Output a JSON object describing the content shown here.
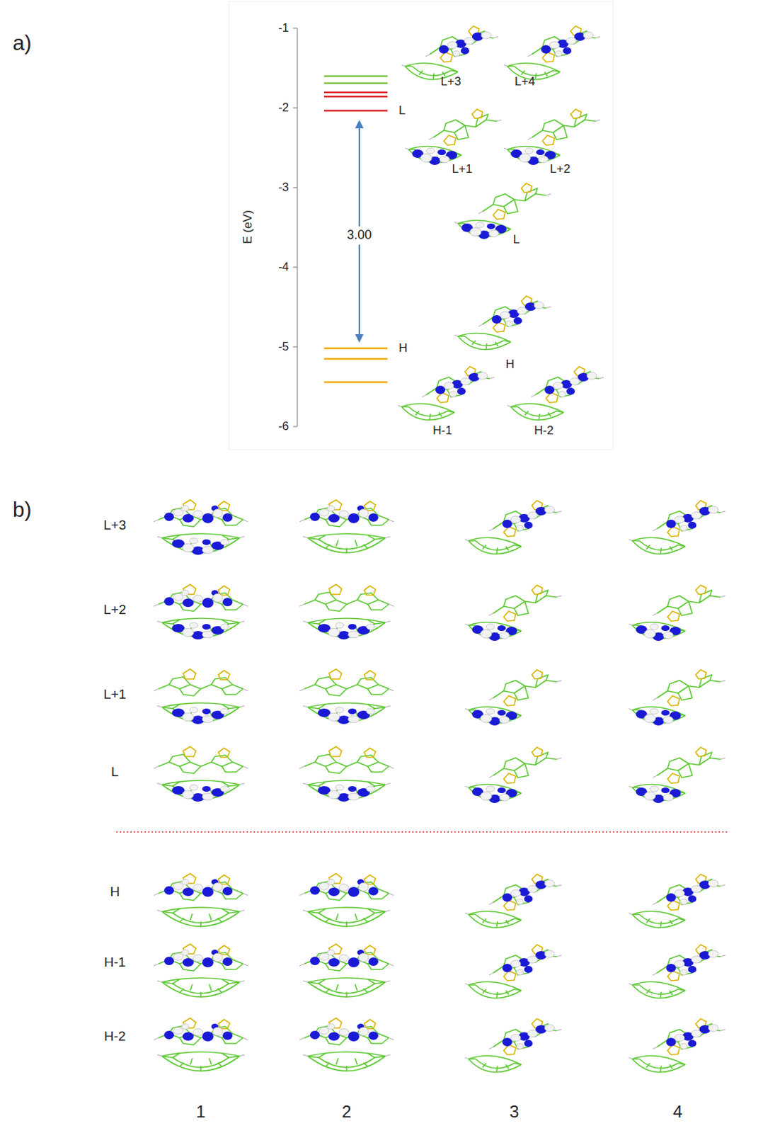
{
  "diagram": {
    "labels": [
      "a)",
      "-1",
      "-2",
      "-3",
      "-4",
      "-5",
      "-6",
      "E (eV)",
      "L+3",
      "L+4",
      "L",
      "L+1",
      "L+2",
      "3.00",
      "L",
      "H",
      "H",
      "H-1",
      "H-2",
      "b)",
      "L+3",
      "L+2",
      "L+1",
      "L",
      "H",
      "H-1",
      "H-2",
      "1",
      "2",
      "3",
      "4"
    ]
  }
}
